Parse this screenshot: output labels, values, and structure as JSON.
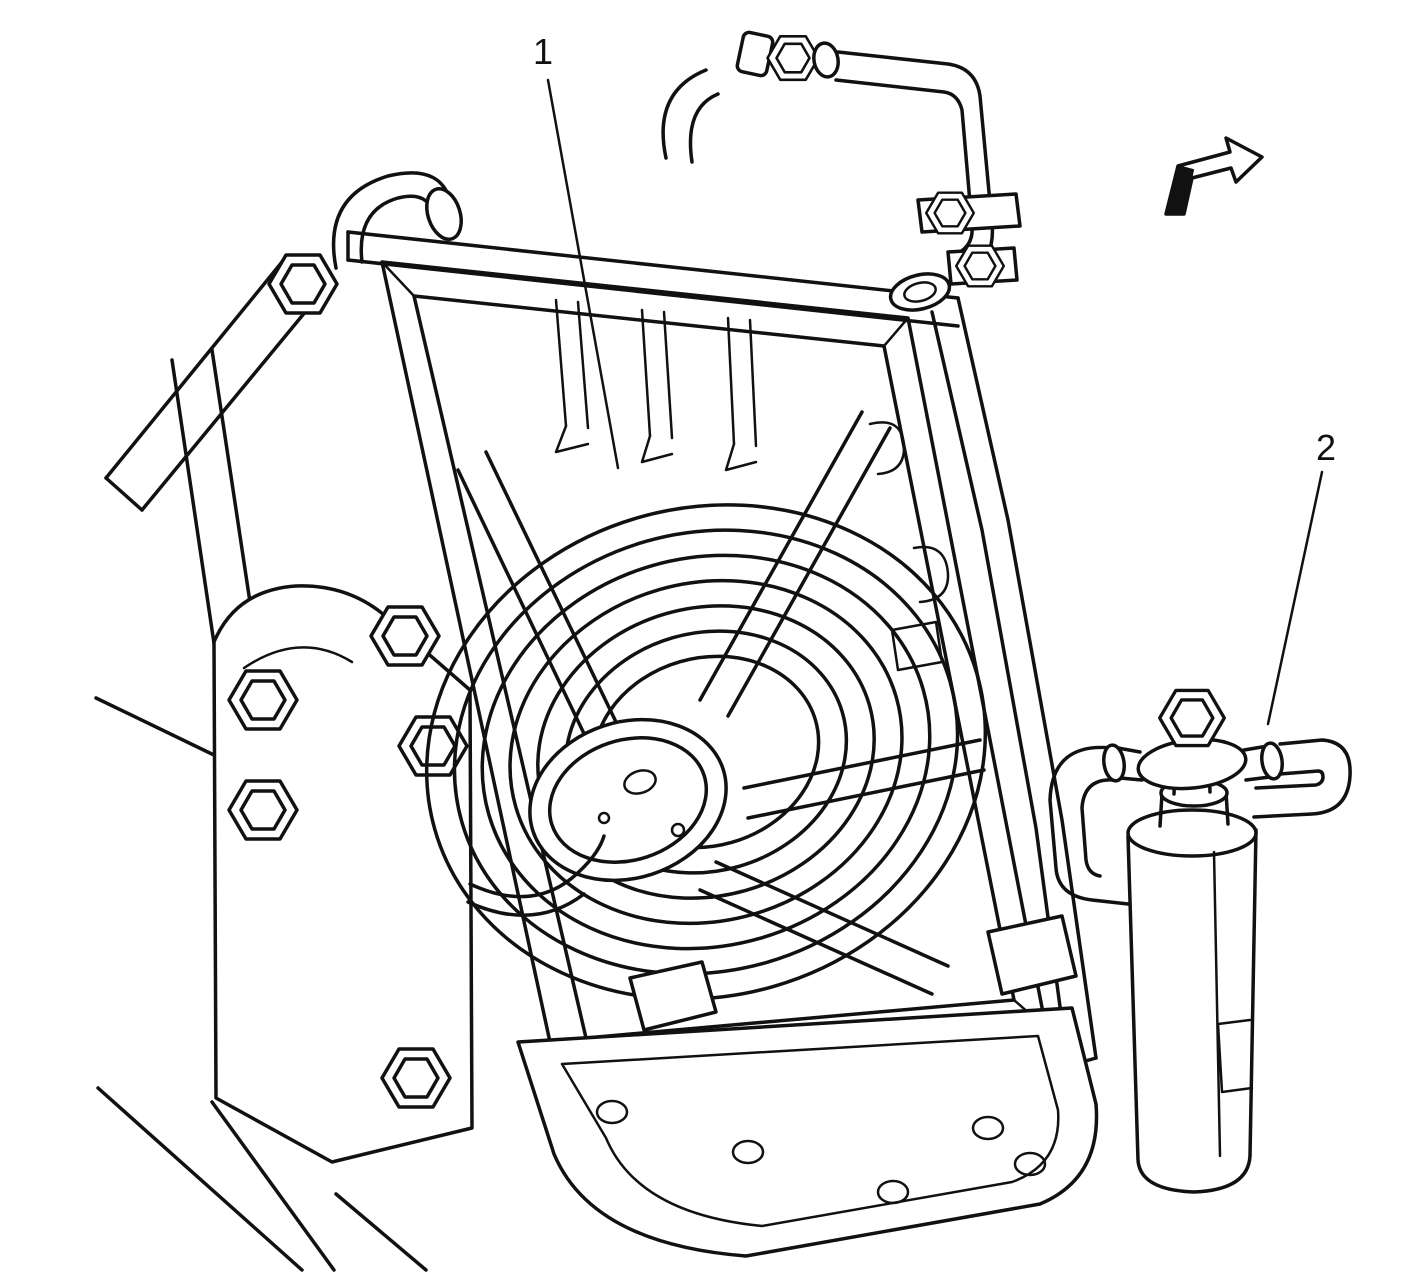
{
  "colors": {
    "background": "#ffffff",
    "line": "#111111"
  },
  "callouts": [
    {
      "label": "1"
    },
    {
      "label": "2"
    }
  ],
  "icons": {
    "direction_arrow": "front-direction-arrow"
  }
}
